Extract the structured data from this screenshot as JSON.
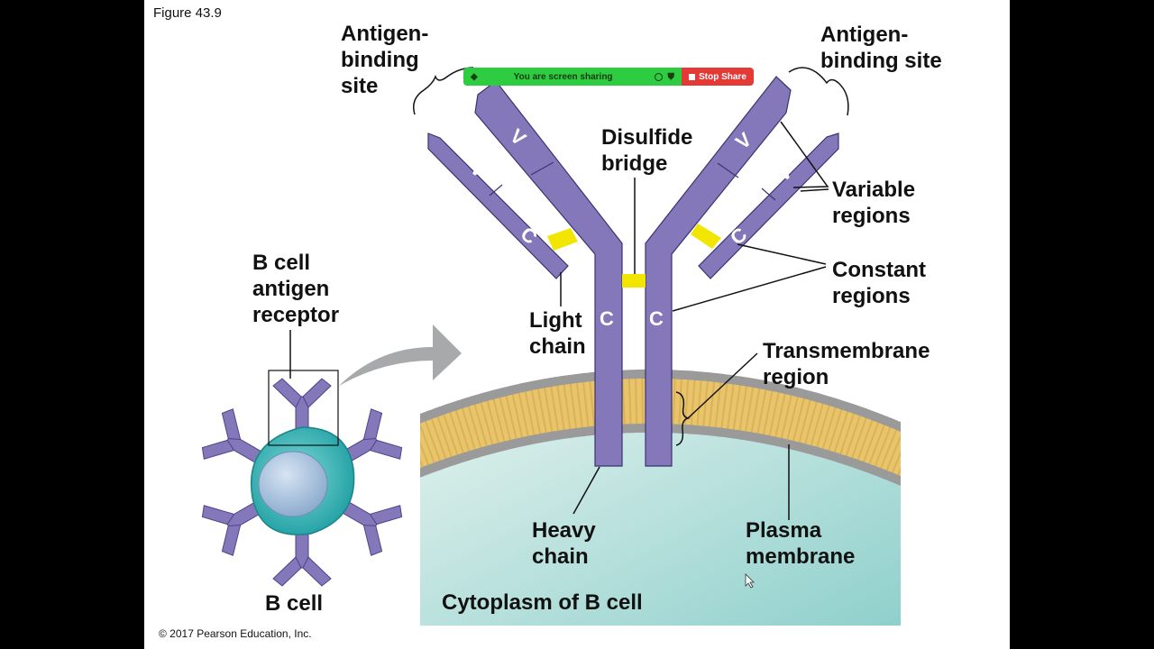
{
  "figure_label": "Figure 43.9",
  "copyright": "© 2017 Pearson Education, Inc.",
  "screen_share": {
    "message": "You are screen sharing",
    "stop_label": "Stop Share",
    "bar_color": "#2ecc40",
    "stop_color": "#e53935"
  },
  "labels": {
    "antigen_site_left": "Antigen-\nbinding\nsite",
    "antigen_site_right": "Antigen-\nbinding site",
    "disulfide_bridge": "Disulfide\nbridge",
    "variable_regions": "Variable\nregions",
    "constant_regions": "Constant\nregions",
    "transmembrane_region": "Transmembrane\nregion",
    "light_chain": "Light\nchain",
    "heavy_chain": "Heavy\nchain",
    "plasma_membrane": "Plasma\nmembrane",
    "cytoplasm": "Cytoplasm of B cell",
    "b_cell_receptor": "B cell\nantigen\nreceptor",
    "b_cell": "B cell"
  },
  "domain_letters": {
    "variable": "V",
    "constant": "C"
  },
  "colors": {
    "antibody": "#8478bb",
    "disulfide": "#f2e600",
    "membrane": "#e9c46a",
    "cytoplasm": "#bfe4e0",
    "cell": "#3bb3b3"
  }
}
